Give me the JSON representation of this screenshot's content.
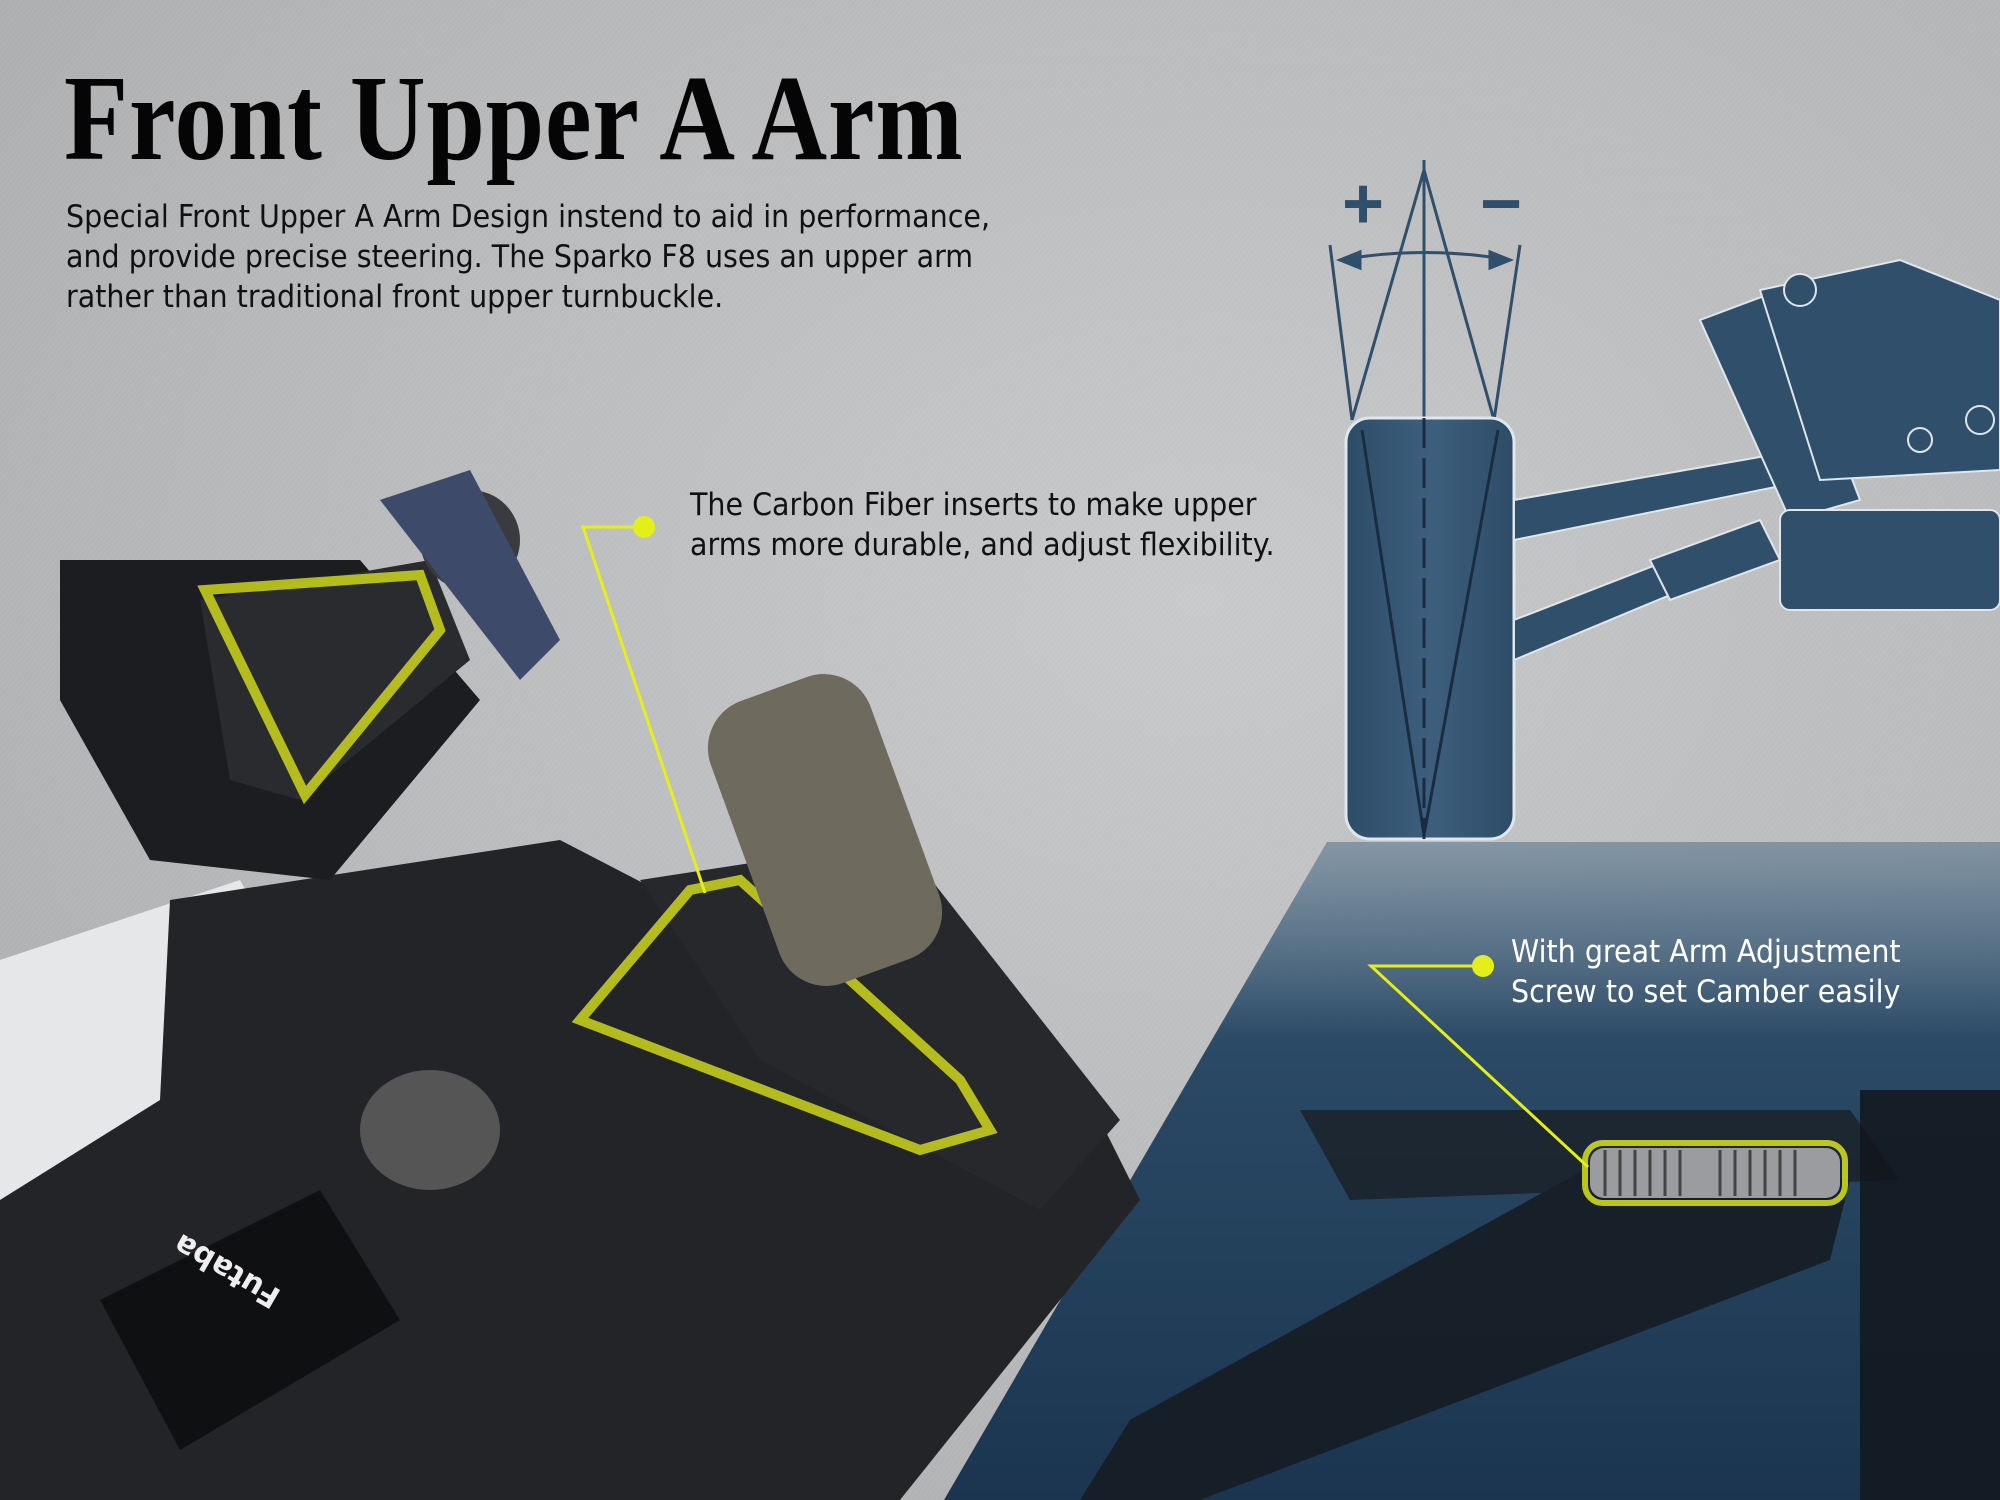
{
  "title": "Front Upper A Arm",
  "description": [
    "Special Front Upper A Arm Design instend to aid in performance,",
    "and provide precise steering. The Sparko F8 uses an upper arm",
    "rather than traditional front upper turnbuckle."
  ],
  "callouts": [
    {
      "lines": [
        "The Carbon Fiber inserts to make upper",
        "arms more durable, and adjust flexibility."
      ]
    },
    {
      "lines": [
        "With great Arm Adjustment",
        "Screw to set Camber easily"
      ]
    }
  ],
  "camber_diagram": {
    "plus_label": "+",
    "minus_label": "−"
  },
  "servo_label": "Futaba",
  "colors": {
    "highlight": "#e4ef1a",
    "blueprint": "#2f4f6b",
    "panel": "#24435f",
    "background": "#bcbdbf"
  }
}
